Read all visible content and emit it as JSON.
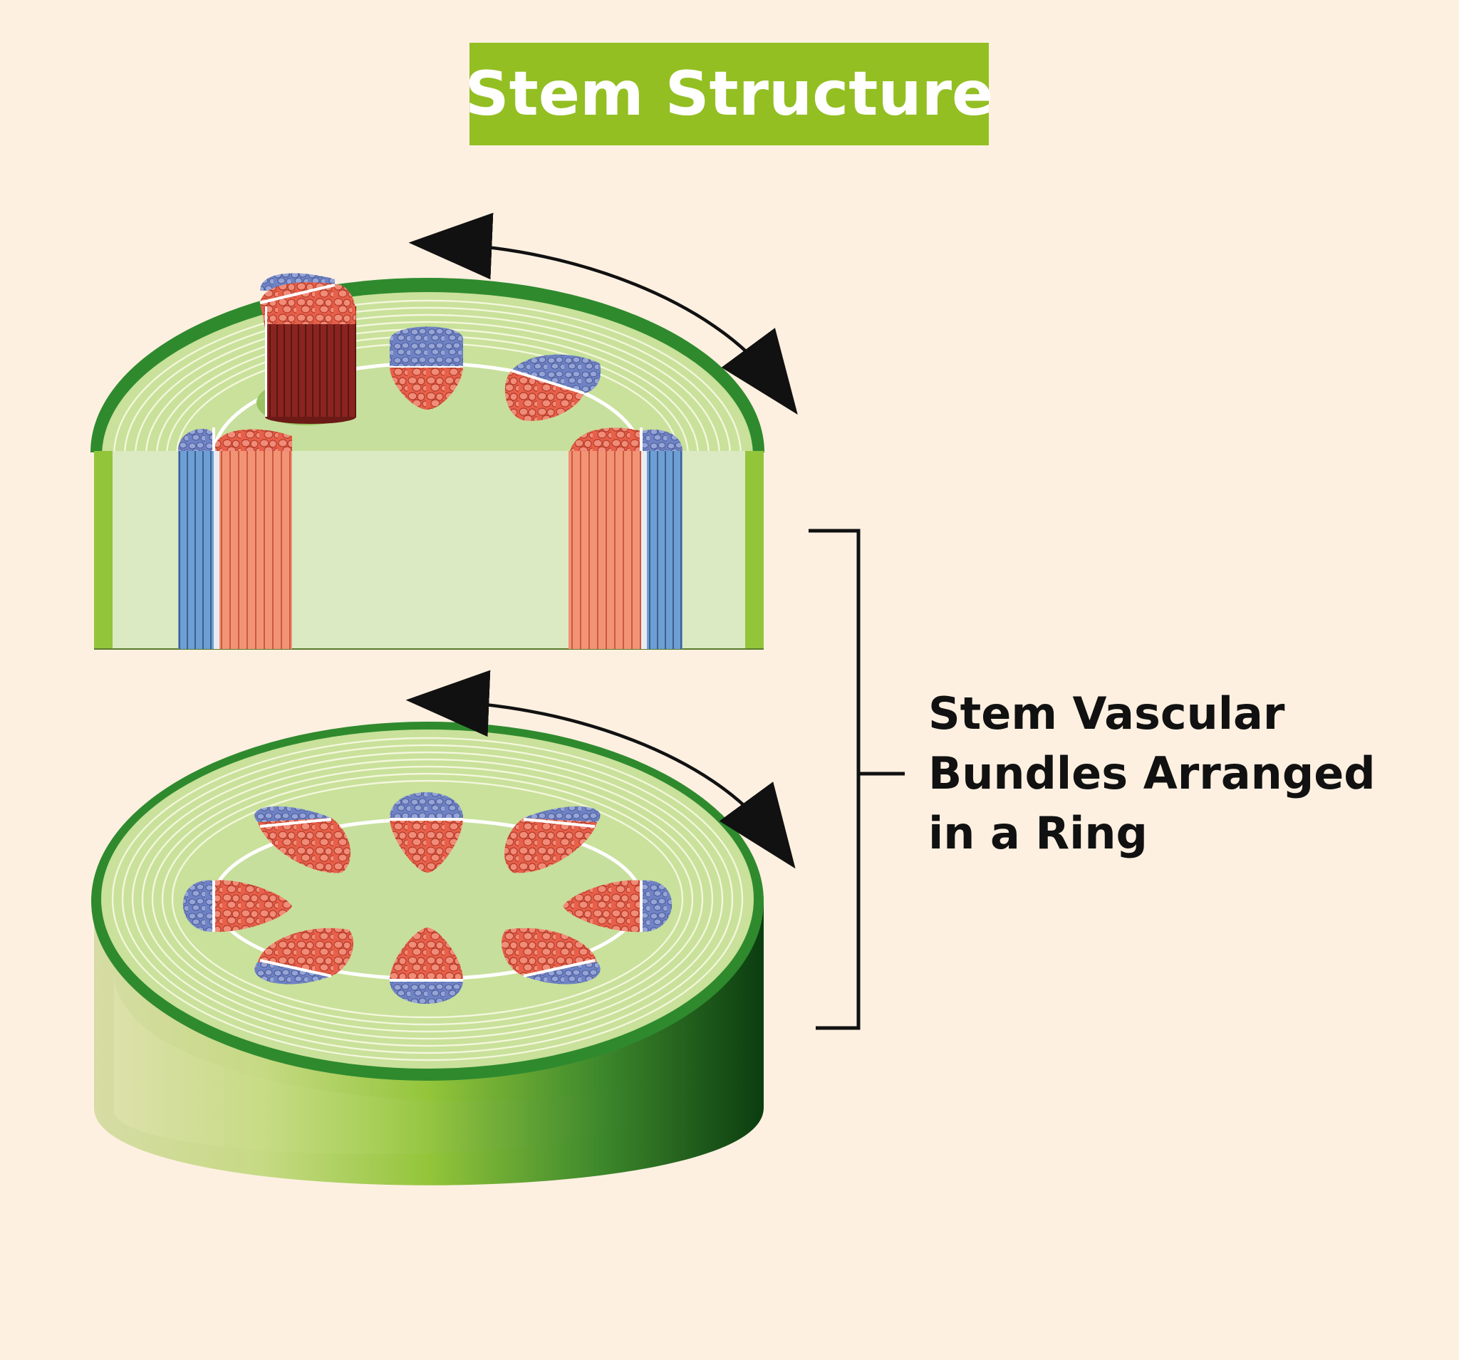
{
  "title": "Stem Structure",
  "label": {
    "line1": "Stem Vascular",
    "line2": "Bundles Arranged",
    "line3": "in a Ring"
  },
  "colors": {
    "background": "#fdf0e1",
    "title_box": "#93bf22",
    "epidermis": "#2f8a2e",
    "cortex": "#c9e19a",
    "pith": "#dbeac2",
    "xylem": "#e8604a",
    "phloem": "#6f83c4",
    "xylem_strand": "#f39375",
    "phloem_strand": "#6d9fd4",
    "extracted_bundle": "#8a2420"
  },
  "icons": {
    "arrow_top": "double-headed-curved-arrow-icon",
    "arrow_bottom": "double-headed-curved-arrow-icon",
    "bracket": "bracket-icon"
  }
}
